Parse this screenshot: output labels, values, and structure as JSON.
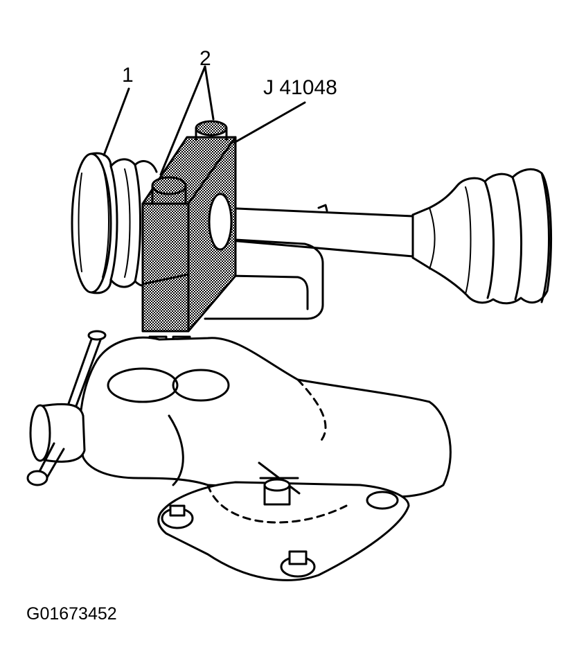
{
  "callouts": {
    "item_1": "1",
    "item_2": "2",
    "tool": "J 41048"
  },
  "figure_id": "G01673452",
  "colors": {
    "ink": "#000000",
    "paper": "#ffffff",
    "tool_fill": "#8a8a8a"
  }
}
